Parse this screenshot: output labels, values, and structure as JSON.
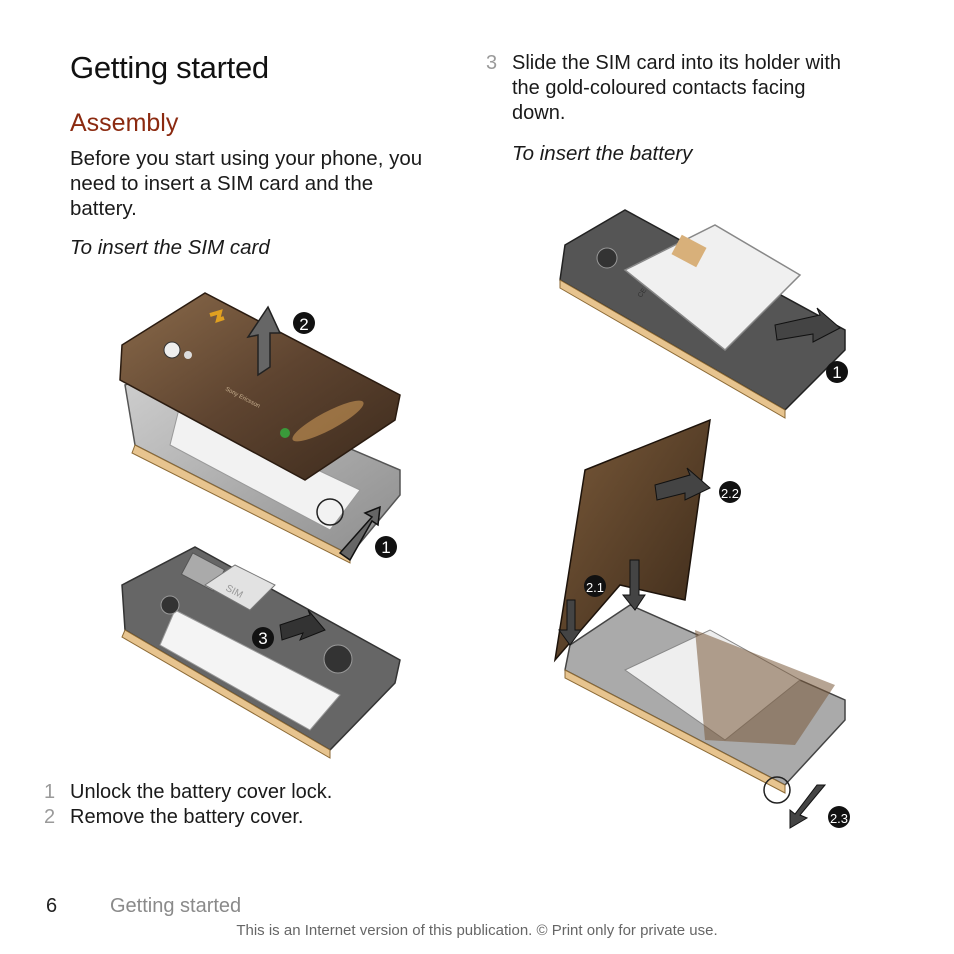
{
  "page": {
    "title": "Getting started",
    "subtitle": "Assembly",
    "intro": [
      "Before you start using your phone, you",
      "need to insert a SIM card and the",
      "battery."
    ],
    "sim_heading": "To insert the SIM card",
    "steps_left": [
      {
        "num": "1",
        "text": "Unlock the battery cover lock."
      },
      {
        "num": "2",
        "text": "Remove the battery cover."
      }
    ],
    "step3": {
      "num": "3",
      "lines": [
        "Slide the SIM card into its holder with",
        "the gold-coloured contacts facing",
        "down."
      ]
    },
    "battery_heading": "To insert the battery",
    "callouts": {
      "c1": "1",
      "c2": "2",
      "c3": "3",
      "c1b": "1",
      "c21": "2.1",
      "c22": "2.2",
      "c23": "2.3"
    },
    "brand_text": "Sony Ericsson",
    "sim_label": "SIM"
  },
  "footer": {
    "page_number": "6",
    "section": "Getting started",
    "copyright": "This is an Internet version of this publication. © Print only for private use."
  }
}
